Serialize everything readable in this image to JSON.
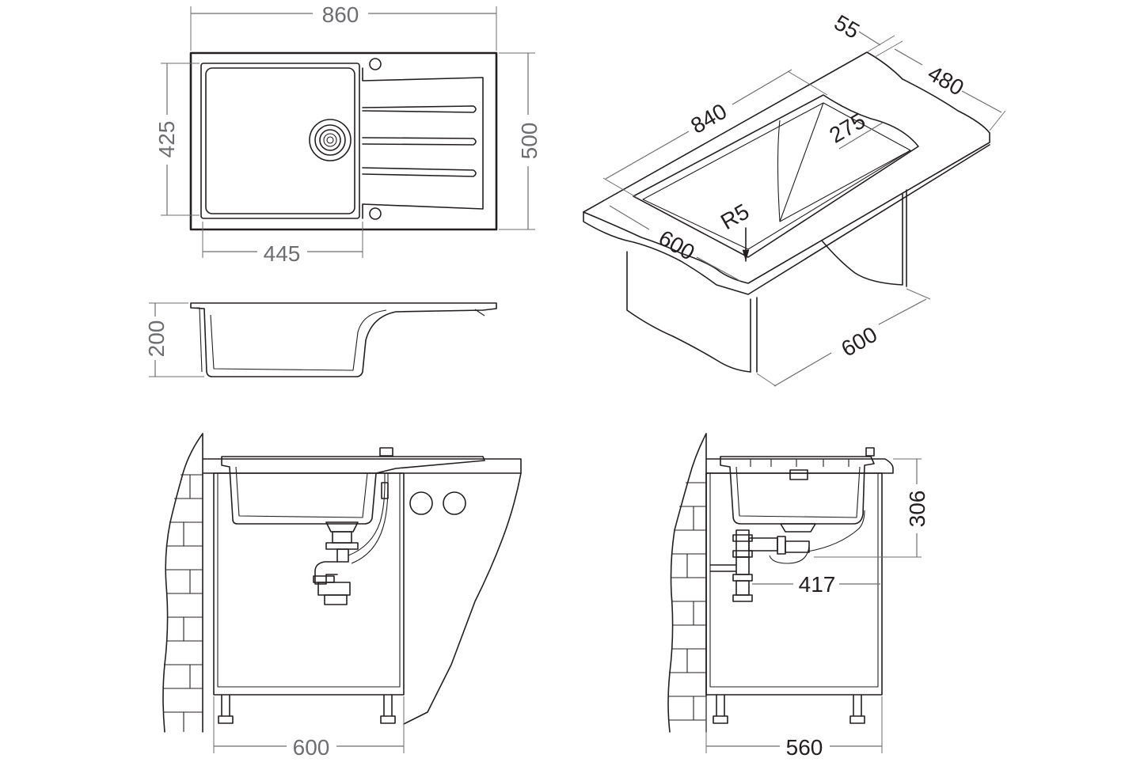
{
  "colors": {
    "line": "#231f20",
    "dimension": "#6d6e71",
    "background": "#ffffff"
  },
  "top_view": {
    "overall_width": "860",
    "overall_depth": "500",
    "bowl_depth": "425",
    "bowl_width": "445"
  },
  "side_view": {
    "bowl_height": "200"
  },
  "isometric_view": {
    "rim_width": "55",
    "cabinet_depth_top": "480",
    "cutout_length": "840",
    "small_depth": "275",
    "corner_radius": "R5",
    "cutout_depth": "600",
    "cabinet_depth": "600"
  },
  "front_install": {
    "cabinet_width": "600"
  },
  "side_install": {
    "cabinet_depth": "560",
    "drain_height": "306",
    "drain_offset": "417"
  }
}
